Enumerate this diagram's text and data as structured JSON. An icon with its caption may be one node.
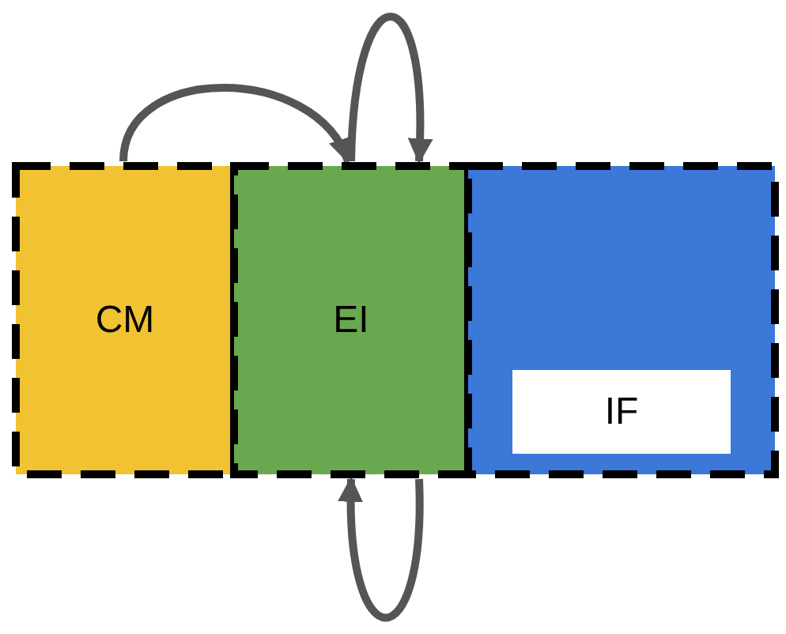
{
  "diagram": {
    "nodes": [
      {
        "text": [
          "CM"
        ]
      },
      {
        "text": [
          "EI"
        ]
      },
      {
        "text": [],
        "shape": "box"
      },
      {
        "text": [
          "IF"
        ],
        "in": 2
      }
    ],
    "edges": [
      {
        "from": 0,
        "to": 1,
        "arrow": "to"
      },
      {
        "from": 1,
        "to": 1,
        "arrow": "to"
      },
      {
        "from": 1,
        "to": 1,
        "arrow": "to"
      }
    ]
  }
}
